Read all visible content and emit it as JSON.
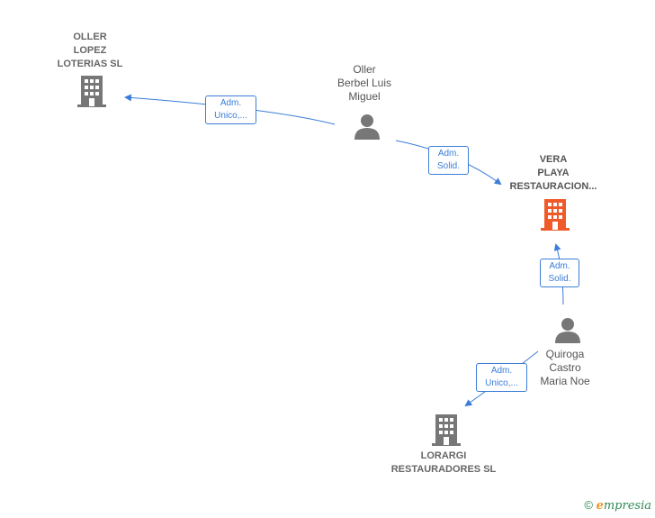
{
  "nodes": {
    "oller_lopez": {
      "lines": [
        "OLLER",
        "LOPEZ",
        "LOTERIAS  SL"
      ]
    },
    "oller_berbel": {
      "lines": [
        "Oller",
        "Berbel Luis",
        "Miguel"
      ]
    },
    "vera_playa": {
      "lines": [
        "VERA",
        "PLAYA",
        "RESTAURACION..."
      ]
    },
    "quiroga": {
      "lines": [
        "Quiroga",
        "Castro",
        "Maria Noe"
      ]
    },
    "lorargi": {
      "lines": [
        "LORARGI",
        "RESTAURADORES SL"
      ]
    }
  },
  "edges": {
    "berbel_to_oller": {
      "lines": [
        "Adm.",
        "Unico,..."
      ]
    },
    "berbel_to_vera": {
      "lines": [
        "Adm.",
        "Solid."
      ]
    },
    "quiroga_to_vera": {
      "lines": [
        "Adm.",
        "Solid."
      ]
    },
    "quiroga_to_lorargi": {
      "lines": [
        "Adm.",
        "Unico,..."
      ]
    }
  },
  "colors": {
    "edge": "#3b7dd8",
    "company_icon": "#777777",
    "focus_company_icon": "#f05a28",
    "person_icon": "#777777"
  },
  "footer": {
    "copyright": "©",
    "brand_first": "e",
    "brand_rest": "mpresia"
  }
}
